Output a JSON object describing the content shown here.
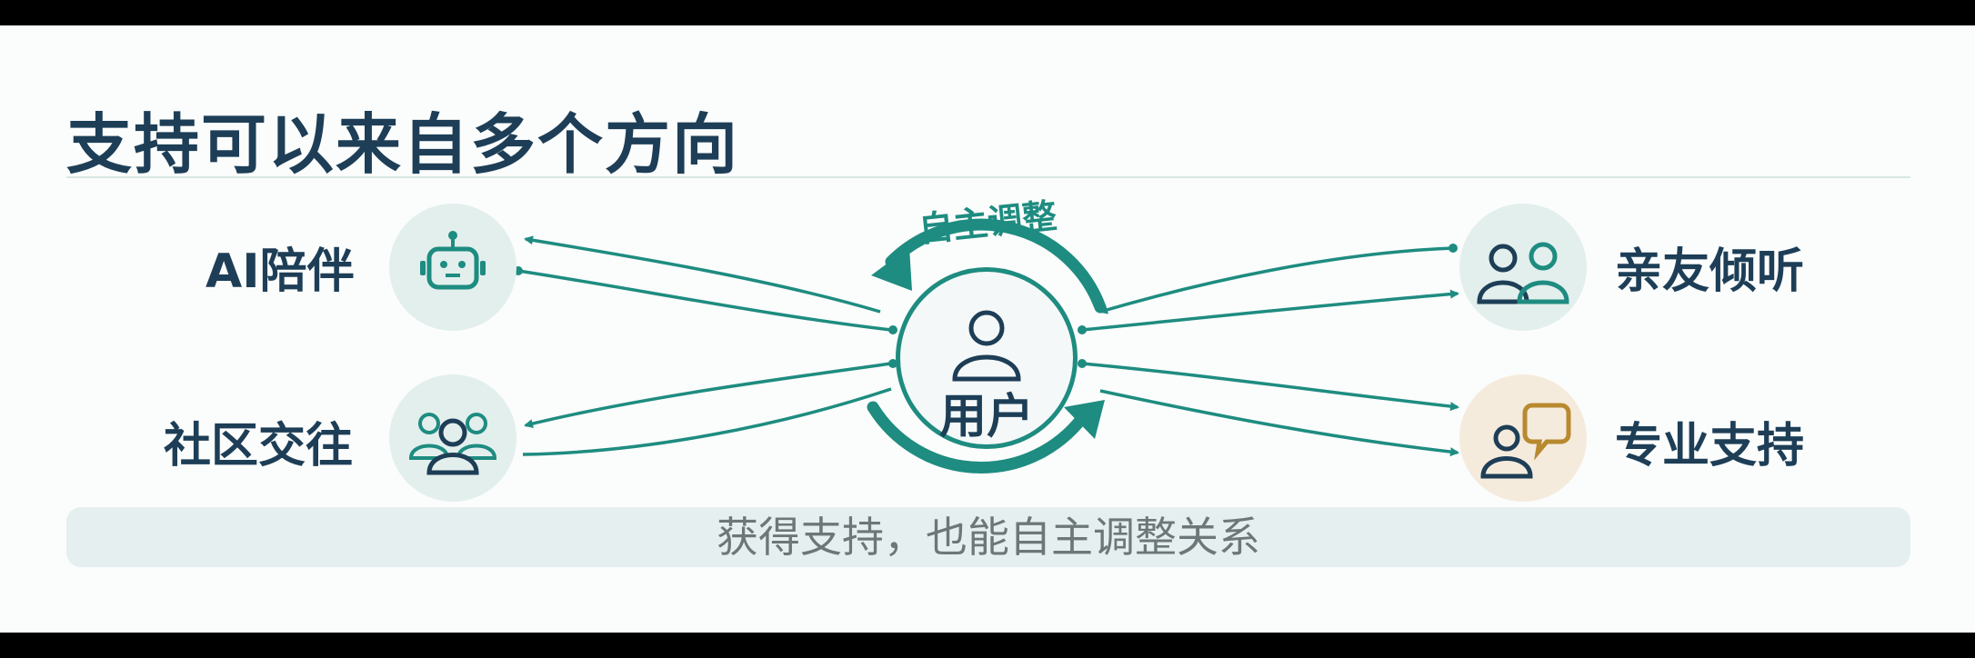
{
  "title": "支持可以来自多个方向",
  "center": {
    "label": "用户",
    "arc_label": "自主调整"
  },
  "nodes": {
    "ai": {
      "label": "AI陪伴",
      "icon": "robot-icon"
    },
    "community": {
      "label": "社区交往",
      "icon": "group-icon"
    },
    "family": {
      "label": "亲友倾听",
      "icon": "two-people-icon"
    },
    "professional": {
      "label": "专业支持",
      "icon": "person-speech-bubble-icon"
    }
  },
  "caption": "获得支持，也能自主调整关系",
  "colors": {
    "accent": "#1e8c80",
    "title": "#1d3e56",
    "node_bg": "#e3efed",
    "professional_bg": "#f5ebdd",
    "gold": "#b8892f",
    "caption_bg": "#e6efef"
  }
}
